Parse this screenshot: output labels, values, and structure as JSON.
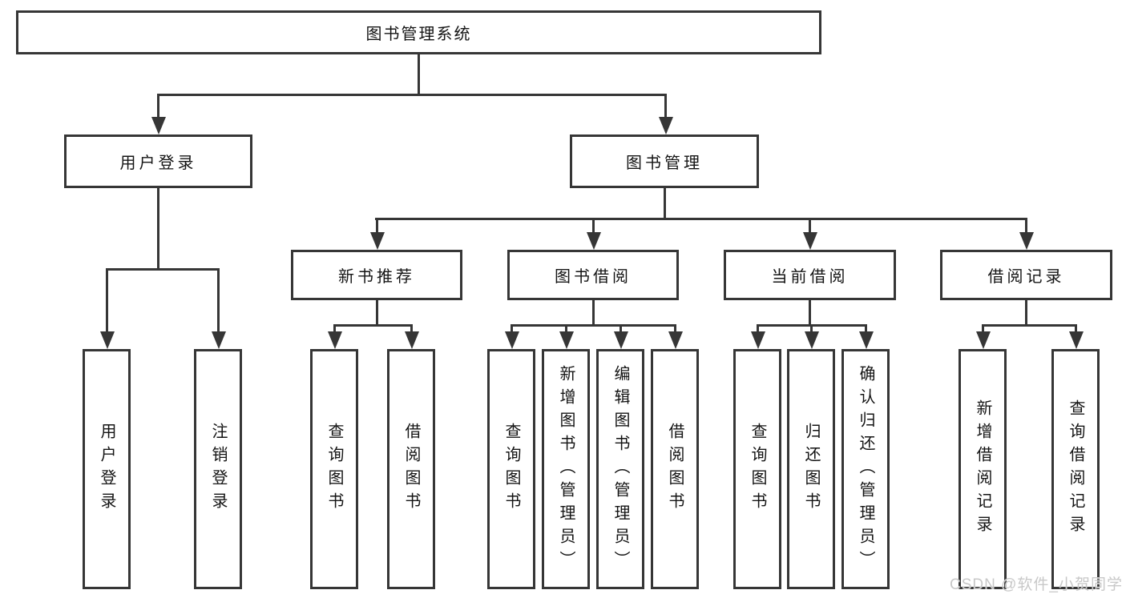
{
  "diagram": {
    "root": {
      "label": "图书管理系统"
    },
    "branches": [
      {
        "label": "用户登录",
        "children": [
          {
            "label": "用户登录"
          },
          {
            "label": "注销登录"
          }
        ]
      },
      {
        "label": "图书管理",
        "sections": [
          {
            "label": "新书推荐",
            "children": [
              {
                "label": "查询图书"
              },
              {
                "label": "借阅图书"
              }
            ]
          },
          {
            "label": "图书借阅",
            "children": [
              {
                "label": "查询图书"
              },
              {
                "label": "新增图书（管理员）"
              },
              {
                "label": "编辑图书（管理员）"
              },
              {
                "label": "借阅图书"
              }
            ]
          },
          {
            "label": "当前借阅",
            "children": [
              {
                "label": "查询图书"
              },
              {
                "label": "归还图书"
              },
              {
                "label": "确认归还（管理员）"
              }
            ]
          },
          {
            "label": "借阅记录",
            "children": [
              {
                "label": "新增借阅记录"
              },
              {
                "label": "查询借阅记录"
              }
            ]
          }
        ]
      }
    ]
  },
  "watermark": {
    "text": "CSDN @软件_小贺同学"
  },
  "colors": {
    "line": "#363636",
    "text": "#141414",
    "watermark": "#c8c8c8",
    "background": "#ffffff"
  }
}
